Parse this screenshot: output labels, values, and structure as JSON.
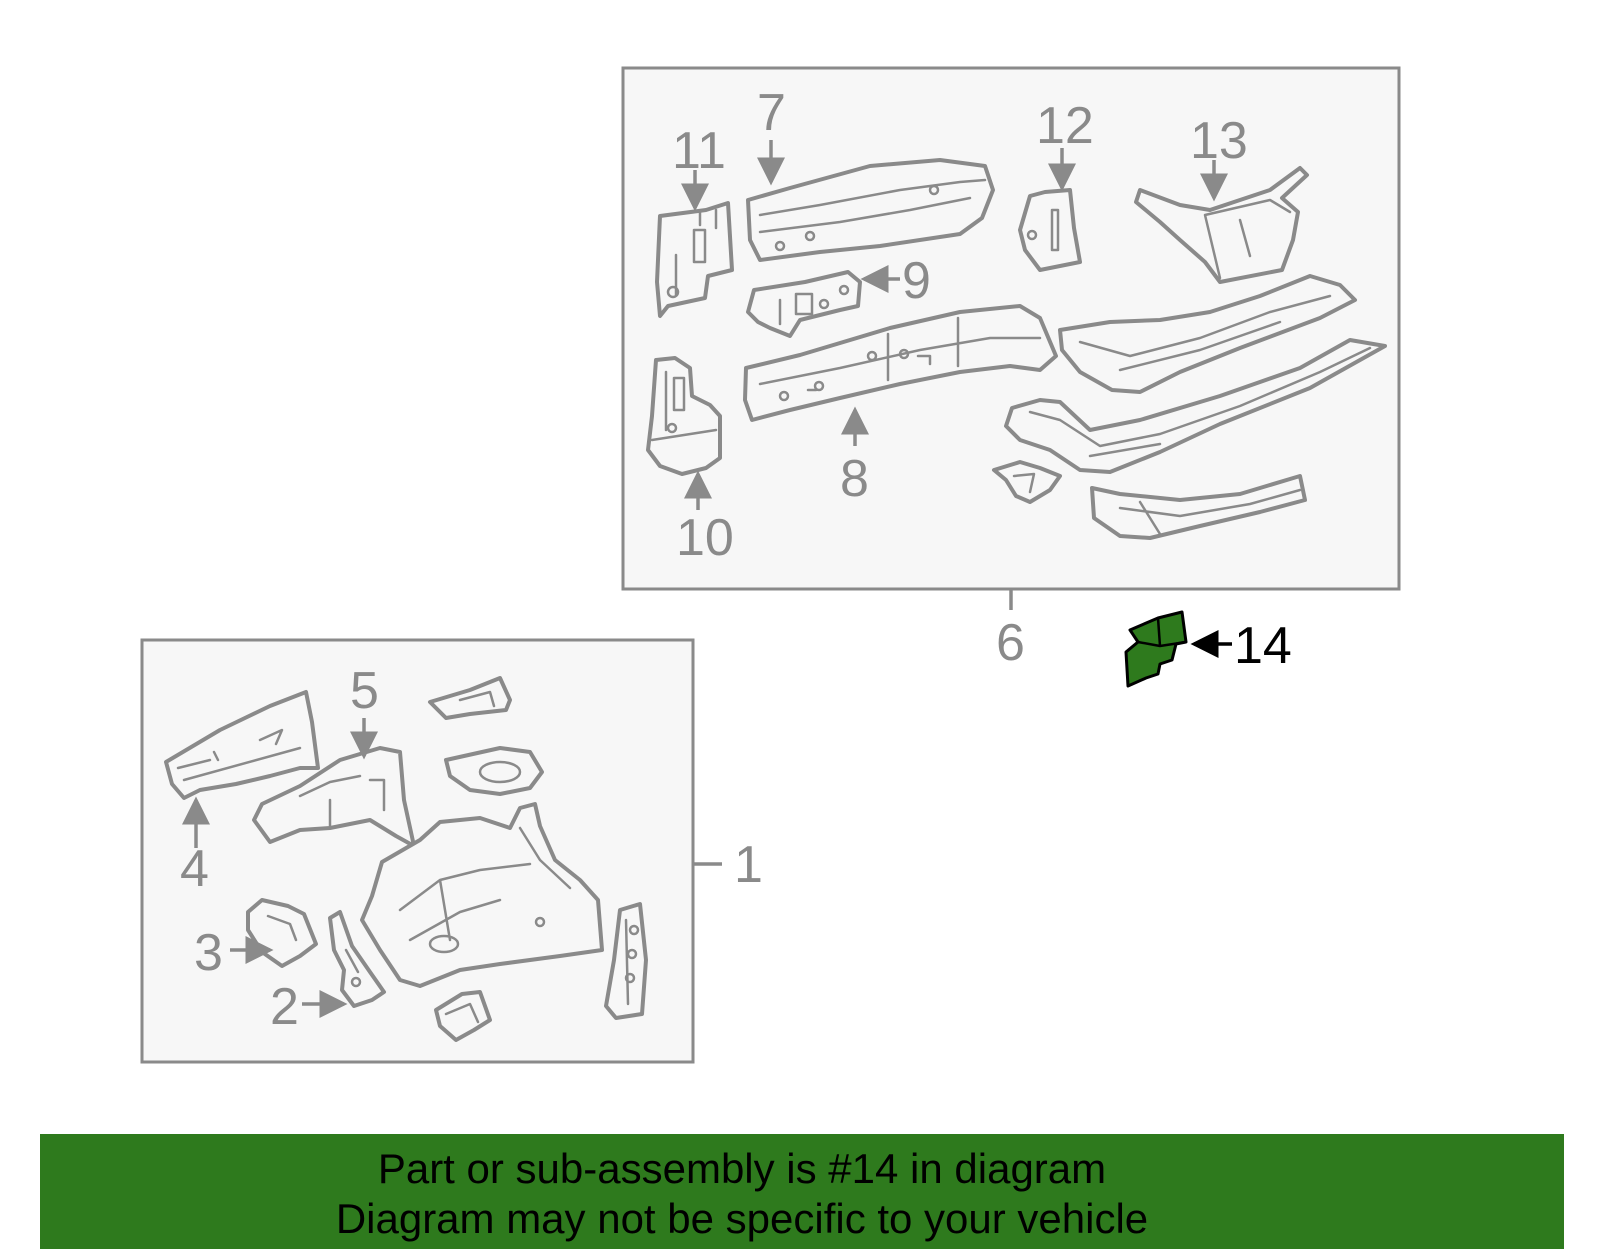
{
  "colors": {
    "outline": "#8a8a8a",
    "highlight_fill": "#2e7a1d",
    "banner": "#2e7a1d",
    "panel": "#f7f7f7"
  },
  "callouts": {
    "c1": "1",
    "c2": "2",
    "c3": "3",
    "c4": "4",
    "c5": "5",
    "c6": "6",
    "c7": "7",
    "c8": "8",
    "c9": "9",
    "c10": "10",
    "c11": "11",
    "c12": "12",
    "c13": "13",
    "c14": "14"
  },
  "highlighted_part": "14",
  "banner": {
    "line1": "Part or sub-assembly is #14 in diagram",
    "line2": "Diagram may not be specific to your vehicle"
  }
}
